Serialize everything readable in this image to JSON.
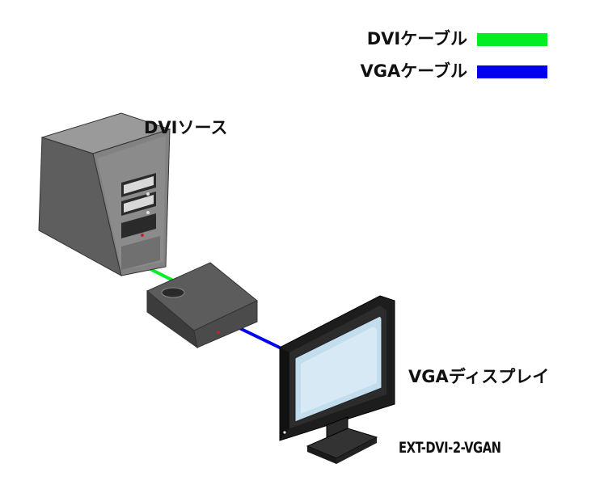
{
  "legend": {
    "dvi_label": "DVIケーブル",
    "vga_label": "VGAケーブル",
    "dvi_color": "#00ee22",
    "vga_color": "#0000ee"
  },
  "devices": {
    "source_label": "DVIソース",
    "display_label": "VGAディスプレイ",
    "model_label": "EXT-DVI-2-VGAN"
  },
  "icons": [
    "computer-tower-icon",
    "converter-box-icon",
    "lcd-monitor-icon"
  ]
}
